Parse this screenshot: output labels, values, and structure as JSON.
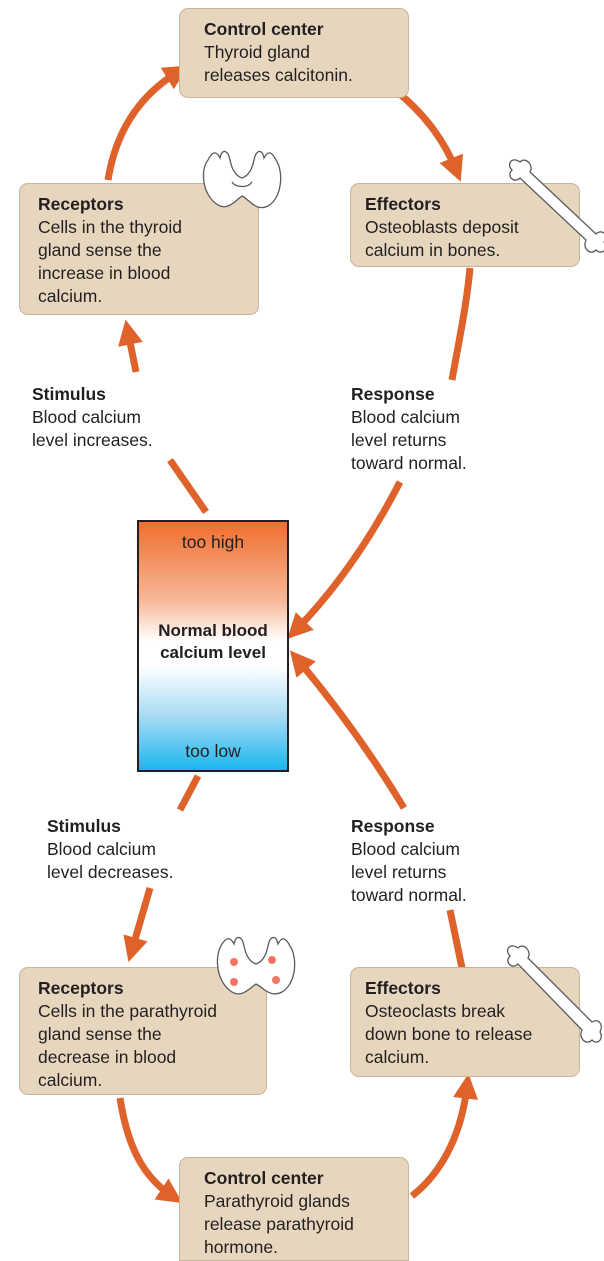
{
  "top": {
    "control_center": {
      "title": "Control center",
      "lines": [
        "Thyroid gland",
        "releases calcitonin."
      ]
    },
    "receptors": {
      "title": "Receptors",
      "lines": [
        "Cells in the thyroid",
        "gland sense the",
        "increase in blood",
        "calcium."
      ]
    },
    "effectors": {
      "title": "Effectors",
      "lines": [
        "Osteoblasts deposit",
        "calcium in bones."
      ]
    },
    "stimulus": {
      "title": "Stimulus",
      "lines": [
        "Blood calcium",
        "level increases."
      ]
    },
    "response": {
      "title": "Response",
      "lines": [
        "Blood calcium",
        "level returns",
        "toward normal."
      ]
    }
  },
  "gauge": {
    "too_high": "too high",
    "normal_line1": "Normal blood",
    "normal_line2": "calcium level",
    "too_low": "too low"
  },
  "bottom": {
    "stimulus": {
      "title": "Stimulus",
      "lines": [
        "Blood calcium",
        "level decreases."
      ]
    },
    "response": {
      "title": "Response",
      "lines": [
        "Blood calcium",
        "level returns",
        "toward normal."
      ]
    },
    "receptors": {
      "title": "Receptors",
      "lines": [
        "Cells in the parathyroid",
        "gland sense the",
        "decrease in blood",
        "calcium."
      ]
    },
    "effectors": {
      "title": "Effectors",
      "lines": [
        "Osteoclasts break",
        "down bone to release",
        "calcium."
      ]
    },
    "control_center": {
      "title": "Control center",
      "lines": [
        "Parathyroid glands",
        "release parathyroid",
        "hormone."
      ]
    }
  },
  "colors": {
    "arrow": "#e0622b",
    "box": "#e6d6be",
    "high": "#f06e2e",
    "low": "#1bb6ee"
  }
}
